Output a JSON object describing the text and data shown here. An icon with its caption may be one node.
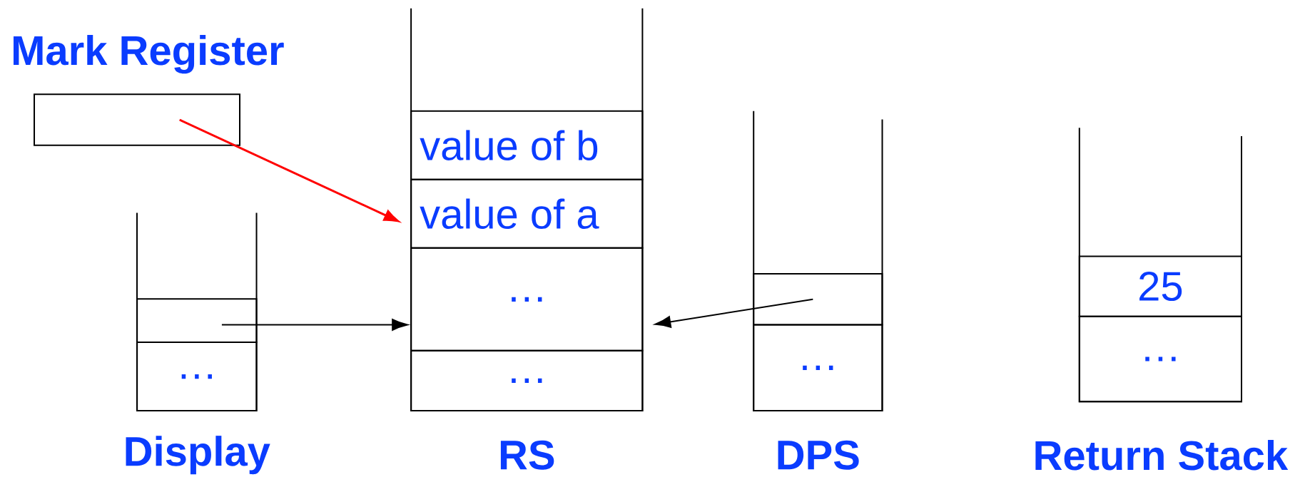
{
  "diagram": {
    "nodes": [
      {
        "text": [
          "Mark Register"
        ]
      },
      {
        "text": [
          "Display"
        ]
      },
      {
        "text": [],
        "shape": "box",
        "in": 1
      },
      {
        "text": [
          "…"
        ],
        "in": 1
      },
      {
        "text": [
          "RS"
        ]
      },
      {
        "text": [
          "value of b"
        ],
        "in": 4
      },
      {
        "text": [
          "value of a"
        ],
        "in": 4
      },
      {
        "text": [
          "…"
        ],
        "in": 4
      },
      {
        "text": [
          "…"
        ],
        "in": 4
      },
      {
        "text": [
          "DPS"
        ]
      },
      {
        "text": [],
        "shape": "box",
        "in": 9
      },
      {
        "text": [
          "…"
        ],
        "in": 9
      },
      {
        "text": [
          "Return Stack"
        ]
      },
      {
        "text": [
          "25"
        ],
        "in": 12
      },
      {
        "text": [
          "…"
        ],
        "in": 12
      }
    ],
    "edges": [
      {
        "from": 0,
        "to": 6,
        "arrow": "to",
        "color": "#ff0000"
      },
      {
        "from": 2,
        "to": 7,
        "arrow": "to"
      },
      {
        "from": 10,
        "to": 7,
        "arrow": "to"
      }
    ]
  }
}
